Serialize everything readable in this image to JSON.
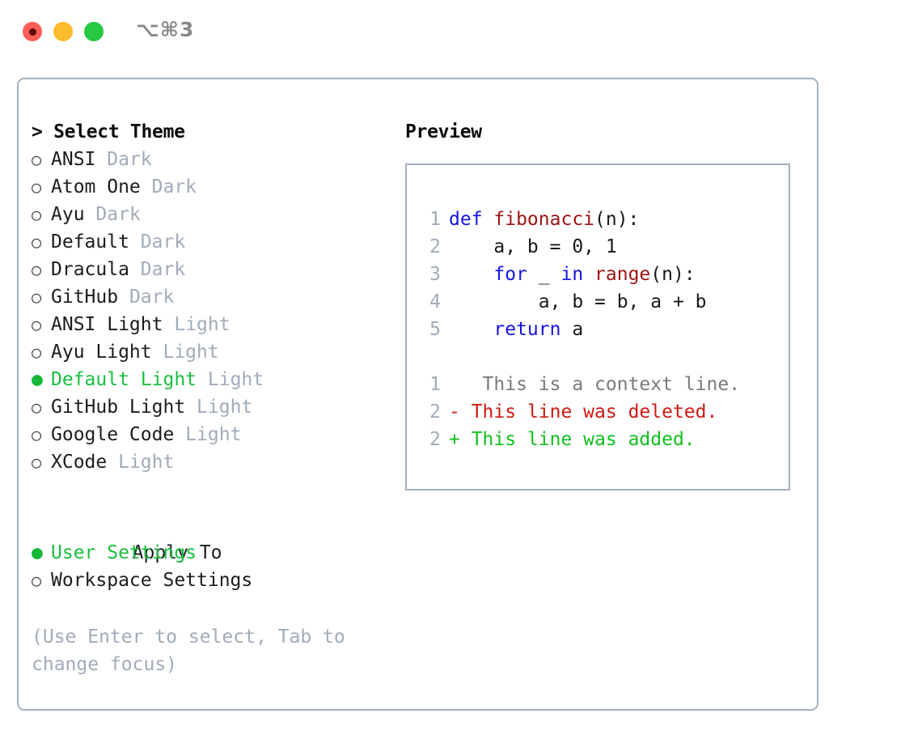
{
  "titlebar": {
    "shortcut": "⌥⌘3",
    "buttons": [
      {
        "name": "close",
        "color": "#fc5d56"
      },
      {
        "name": "minimize",
        "color": "#fdbc2c"
      },
      {
        "name": "maximize",
        "color": "#26c940"
      }
    ]
  },
  "theme_picker": {
    "header": "> Select Theme",
    "items": [
      {
        "marker": "○",
        "name": "ANSI",
        "tag": "Dark",
        "selected": false
      },
      {
        "marker": "○",
        "name": "Atom One",
        "tag": "Dark",
        "selected": false
      },
      {
        "marker": "○",
        "name": "Ayu",
        "tag": "Dark",
        "selected": false
      },
      {
        "marker": "○",
        "name": "Default",
        "tag": "Dark",
        "selected": false
      },
      {
        "marker": "○",
        "name": "Dracula",
        "tag": "Dark",
        "selected": false
      },
      {
        "marker": "○",
        "name": "GitHub",
        "tag": "Dark",
        "selected": false
      },
      {
        "marker": "○",
        "name": "ANSI Light",
        "tag": "Light",
        "selected": false
      },
      {
        "marker": "○",
        "name": "Ayu Light",
        "tag": "Light",
        "selected": false
      },
      {
        "marker": "●",
        "name": "Default Light",
        "tag": "Light",
        "selected": true
      },
      {
        "marker": "○",
        "name": "GitHub Light",
        "tag": "Light",
        "selected": false
      },
      {
        "marker": "○",
        "name": "Google Code",
        "tag": "Light",
        "selected": false
      },
      {
        "marker": "○",
        "name": "XCode",
        "tag": "Light",
        "selected": false
      }
    ]
  },
  "apply_to": {
    "header": "Apply To",
    "items": [
      {
        "marker": "●",
        "label": "User Settings",
        "selected": true
      },
      {
        "marker": "○",
        "label": "Workspace Settings",
        "selected": false
      }
    ]
  },
  "hint": "(Use Enter to select, Tab to change focus)",
  "preview": {
    "title": "Preview",
    "code": [
      {
        "lno": "1",
        "parts": [
          {
            "text": "def ",
            "style": "kw"
          },
          {
            "text": "fibonacci",
            "style": "fn"
          },
          {
            "text": "(n):",
            "style": "plain"
          }
        ]
      },
      {
        "lno": "2",
        "parts": [
          {
            "text": "    a, b = 0, 1",
            "style": "plain"
          }
        ]
      },
      {
        "lno": "3",
        "parts": [
          {
            "text": "    ",
            "style": "plain"
          },
          {
            "text": "for",
            "style": "kw"
          },
          {
            "text": " _ ",
            "style": "plain"
          },
          {
            "text": "in",
            "style": "kw"
          },
          {
            "text": " ",
            "style": "plain"
          },
          {
            "text": "range",
            "style": "bi"
          },
          {
            "text": "(n):",
            "style": "plain"
          }
        ]
      },
      {
        "lno": "4",
        "parts": [
          {
            "text": "        a, b = b, a + b",
            "style": "plain"
          }
        ]
      },
      {
        "lno": "5",
        "parts": [
          {
            "text": "    ",
            "style": "plain"
          },
          {
            "text": "return",
            "style": "kw"
          },
          {
            "text": " a",
            "style": "plain"
          }
        ]
      }
    ],
    "diff": [
      {
        "lno": "1",
        "sign": " ",
        "text": "  This is a context line.",
        "kind": "ctx"
      },
      {
        "lno": "2",
        "sign": "-",
        "text": " This line was deleted.",
        "kind": "del"
      },
      {
        "lno": "2",
        "sign": "+",
        "text": " This line was added.",
        "kind": "add"
      }
    ]
  },
  "colors": {
    "border": "#a6b0be",
    "muted": "#a1abba",
    "selected_green": "#18bf3f",
    "keyword_blue": "#1414e0",
    "function_red": "#9c1414",
    "diff_delete": "#cc1b12",
    "diff_add": "#12c01e"
  }
}
